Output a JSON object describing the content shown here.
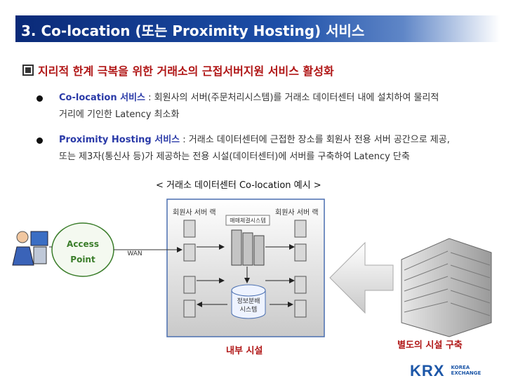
{
  "title": "3. Co-location (또는 Proximity Hosting) 서비스",
  "heading": "지리적 한계 극복을 위한 거래소의 근접서버지원 서비스 활성화",
  "bullets": [
    {
      "term": "Co-location 서비스",
      "line1": " : 회원사의 서버(주문처리시스템)를 거래소 데이터센터 내에 설치하여 물리적",
      "line2": "거리에 기인한 Latency 최소화"
    },
    {
      "term": "Proximity Hosting 서비스",
      "line1": " : 거래소 데이터센터에 근접한 장소를 회원사 전용 서버 공간으로 제공,",
      "line2": "또는 제3자(통신사 등)가 제공하는 전용 시설(데이터센터)에 서버를 구축하여 Latency 단축"
    }
  ],
  "caption": "< 거래소 데이터센터 Co-location 예시 >",
  "diagram": {
    "access_point": [
      "Access",
      "Point"
    ],
    "wan": "WAN",
    "member_rack_left": "회원사 서버 랙",
    "member_rack_right": "회원사 서버 랙",
    "trading_system": "매매체결시스템",
    "info_system": [
      "정보분배",
      "시스템"
    ],
    "internal_facility": "내부 시설",
    "external_facility": "별도의 시설 구축"
  },
  "logo": {
    "mark": "KRX",
    "sub1": "KOREA",
    "sub2": "EXCHANGE"
  },
  "colors": {
    "title_bar": "#0a2a78",
    "heading": "#b01616",
    "term": "#2a3aa8",
    "access_point": "#3a7d2a",
    "logo": "#1d57a8"
  }
}
